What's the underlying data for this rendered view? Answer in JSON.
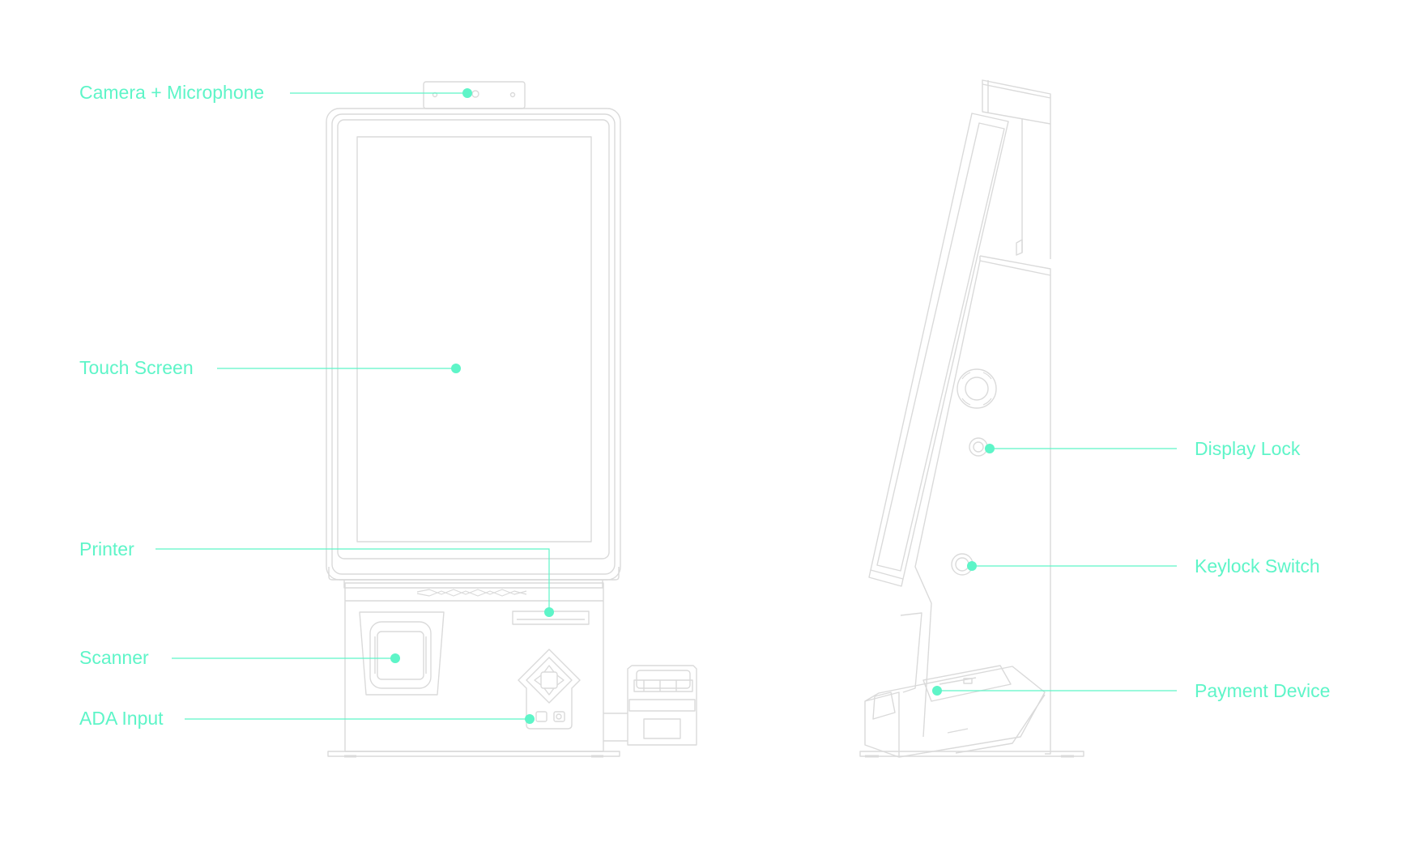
{
  "accent_color": "#5ef5c8",
  "outline_color": "#dadada",
  "callouts": {
    "camera": {
      "label": "Camera + Microphone",
      "icon": "camera-icon"
    },
    "touch_screen": {
      "label": "Touch Screen"
    },
    "printer": {
      "label": "Printer"
    },
    "scanner": {
      "label": "Scanner"
    },
    "ada_input": {
      "label": "ADA Input"
    },
    "display_lock": {
      "label": "Display Lock",
      "icon": "lock-icon"
    },
    "keylock_switch": {
      "label": "Keylock Switch",
      "icon": "key-icon"
    },
    "payment_device": {
      "label": "Payment Device"
    }
  }
}
